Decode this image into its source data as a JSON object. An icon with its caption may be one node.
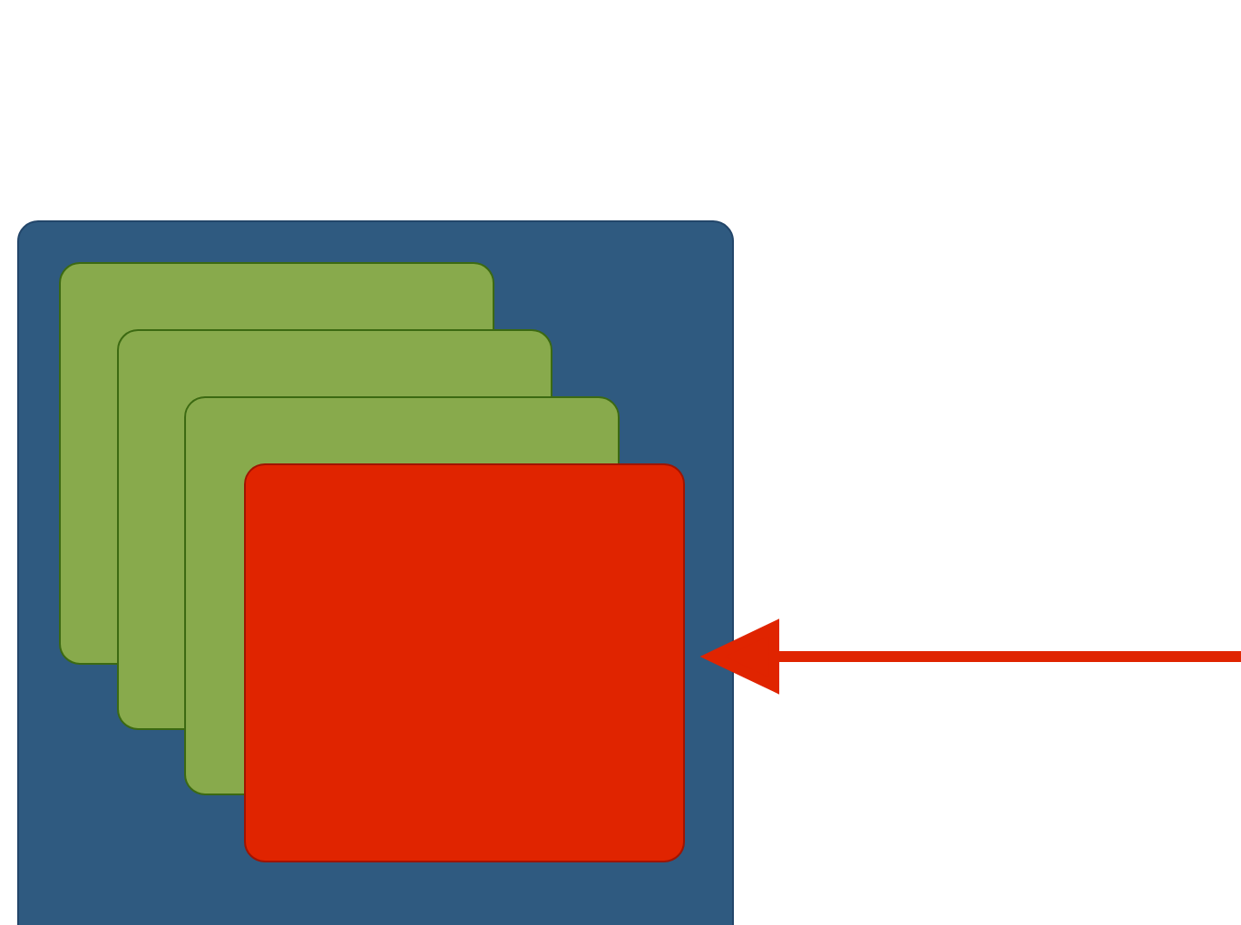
{
  "diagram": {
    "nodes": [
      {
        "text": [],
        "shape": "box"
      },
      {
        "text": [],
        "shape": "box",
        "in": 0
      },
      {
        "text": [],
        "shape": "box",
        "in": 0
      },
      {
        "text": [],
        "shape": "box",
        "in": 0
      },
      {
        "text": [],
        "shape": "box",
        "in": 0
      }
    ],
    "edges": [
      {
        "from": null,
        "to": 4,
        "arrow": "to"
      }
    ]
  }
}
